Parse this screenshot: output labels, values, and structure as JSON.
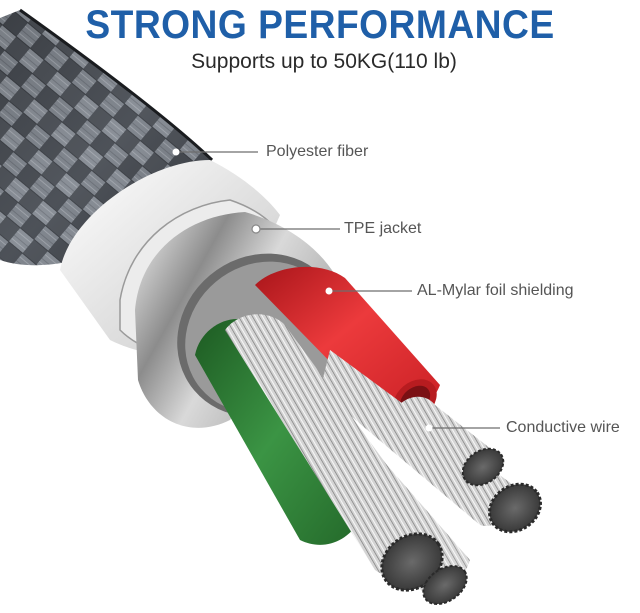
{
  "header": {
    "title": "STRONG PERFORMANCE",
    "subtitle": "Supports up to 50KG(110 lb)"
  },
  "callouts": [
    {
      "id": "polyester",
      "label": "Polyester fiber",
      "icon": "leader-line-dot"
    },
    {
      "id": "tpe",
      "label": "TPE jacket",
      "icon": "leader-line-ring"
    },
    {
      "id": "mylar",
      "label": "AL-Mylar foil shielding",
      "icon": "leader-line-dot"
    },
    {
      "id": "conductor",
      "label": "Conductive wire",
      "icon": "leader-line-dot"
    }
  ],
  "colors": {
    "title_blue": "#1f5fa8",
    "subtitle_text": "#2a2a2a",
    "callout_text": "#555555",
    "leader_line": "#6e6e6e",
    "braid_dark": "#2b2e33",
    "braid_light": "#8b9099",
    "tpe_white": "#e9e9e9",
    "foil_silver": "#b8b8b8",
    "red_insulation": "#d8262a",
    "green_insulation": "#2f7d34",
    "copper_strand": "#c9c9c9"
  }
}
